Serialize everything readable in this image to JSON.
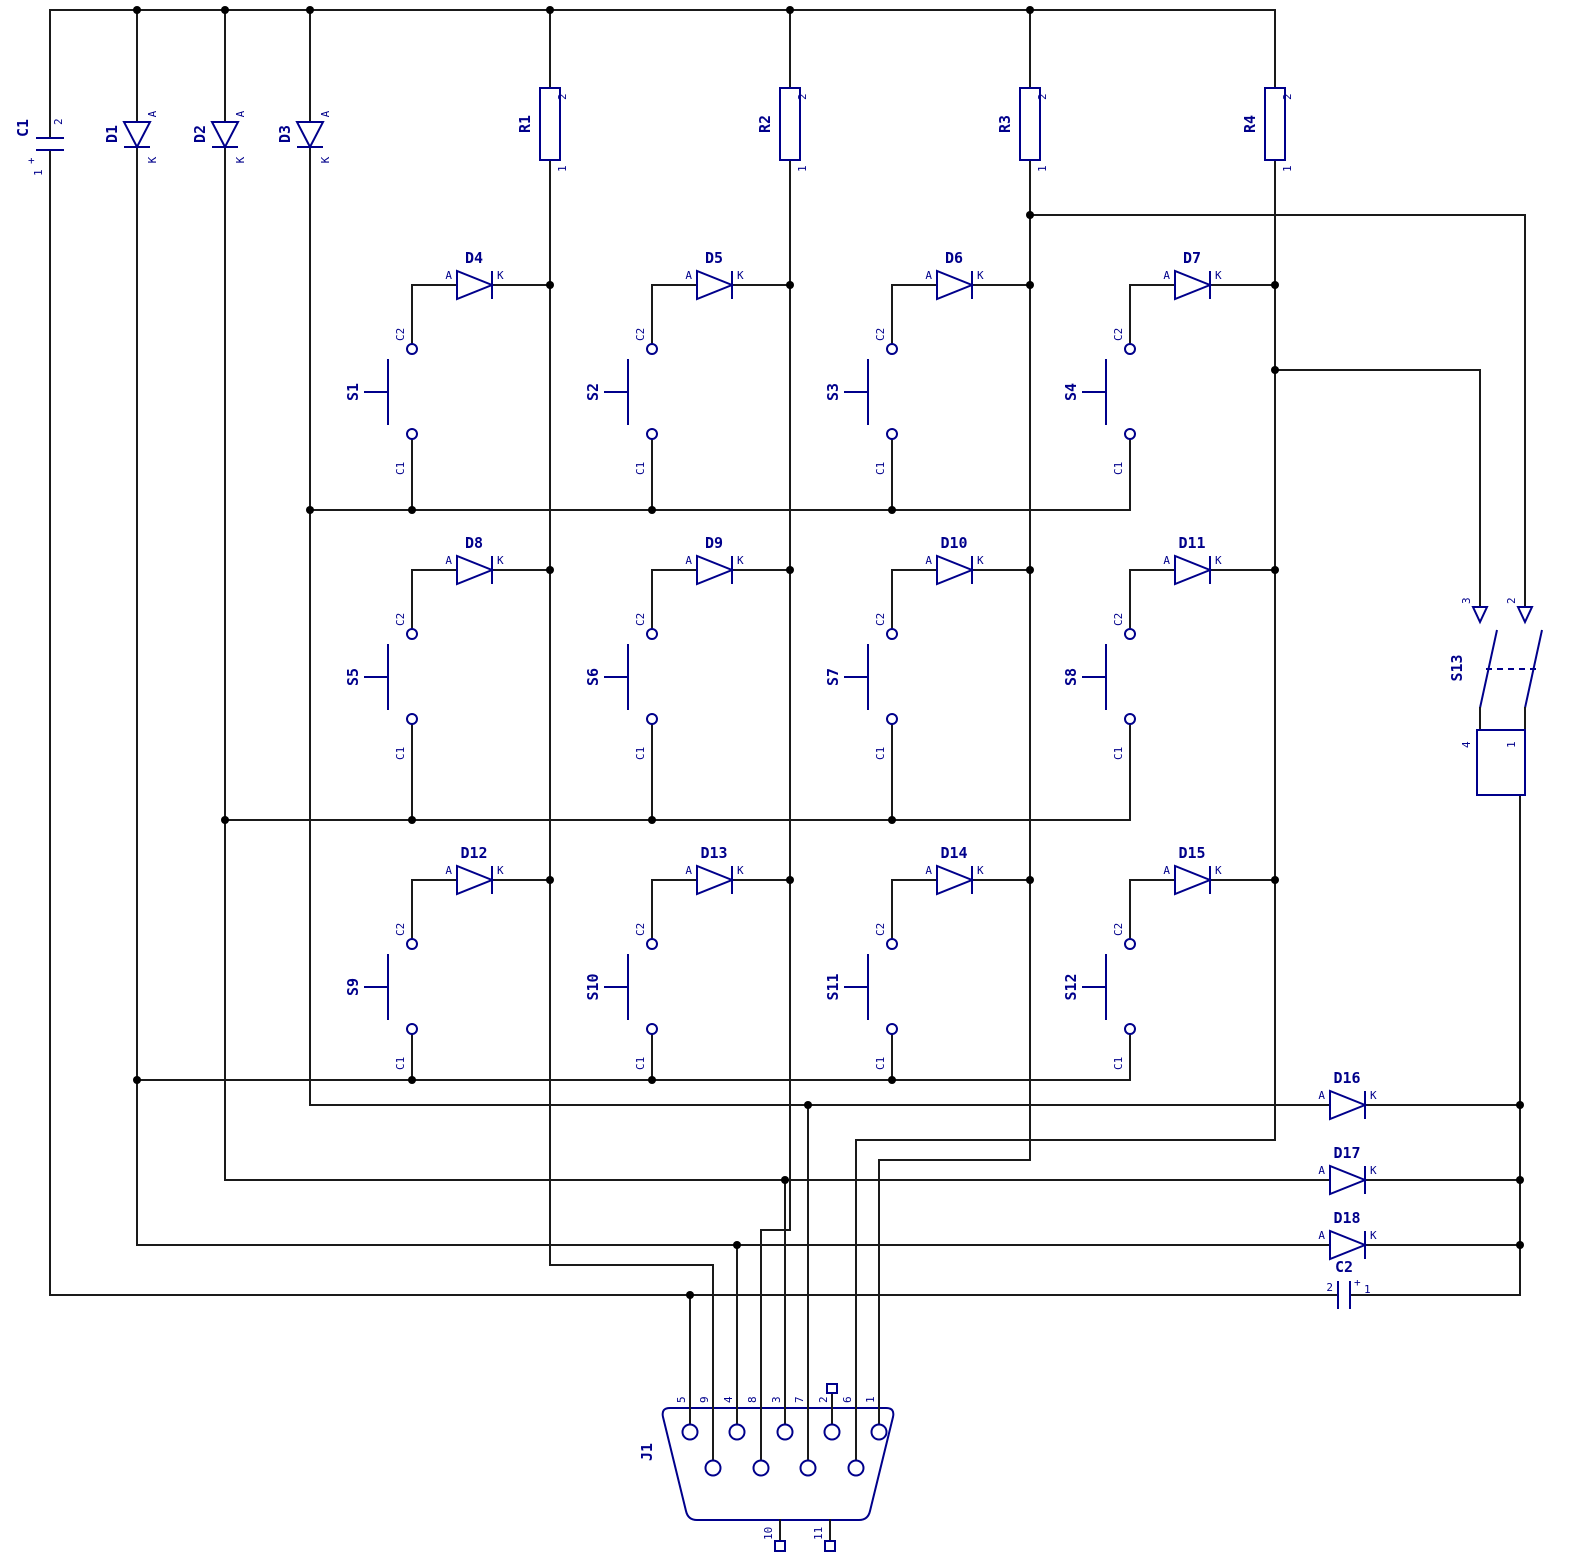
{
  "app": {
    "title": "Keypad matrix schematic"
  },
  "colors": {
    "background": "#FFFFFF",
    "wire": "#1A1A1A",
    "symbol": "#00008B",
    "text": "#00008B",
    "junction": "#000000"
  },
  "shared_pin_labels": {
    "anode": "A",
    "cathode": "K",
    "contact_top": "C2",
    "contact_bottom": "C1"
  },
  "capacitors": [
    {
      "name": "C1",
      "pin_top": "2",
      "pin_bottom": "1",
      "polarity_mark": "+"
    },
    {
      "name": "C2",
      "pin_left": "2",
      "pin_right": "1",
      "polarity_mark": "+"
    }
  ],
  "row_diodes": [
    {
      "name": "D1"
    },
    {
      "name": "D2"
    },
    {
      "name": "D3"
    }
  ],
  "resistors": [
    {
      "name": "R1",
      "pin_top": "2",
      "pin_bottom": "1"
    },
    {
      "name": "R2",
      "pin_top": "2",
      "pin_bottom": "1"
    },
    {
      "name": "R3",
      "pin_top": "2",
      "pin_bottom": "1"
    },
    {
      "name": "R4",
      "pin_top": "2",
      "pin_bottom": "1"
    }
  ],
  "matrix_cells": [
    {
      "diode": "D4",
      "switch": "S1"
    },
    {
      "diode": "D5",
      "switch": "S2"
    },
    {
      "diode": "D6",
      "switch": "S3"
    },
    {
      "diode": "D7",
      "switch": "S4"
    },
    {
      "diode": "D8",
      "switch": "S5"
    },
    {
      "diode": "D9",
      "switch": "S6"
    },
    {
      "diode": "D10",
      "switch": "S7"
    },
    {
      "diode": "D11",
      "switch": "S8"
    },
    {
      "diode": "D12",
      "switch": "S9"
    },
    {
      "diode": "D13",
      "switch": "S10"
    },
    {
      "diode": "D14",
      "switch": "S11"
    },
    {
      "diode": "D15",
      "switch": "S12"
    }
  ],
  "selector_switch": {
    "name": "S13",
    "pin_top_left": "3",
    "pin_top_right": "2",
    "pin_bottom_left": "4",
    "pin_bottom_right": "1"
  },
  "output_diodes": [
    {
      "name": "D16"
    },
    {
      "name": "D17"
    },
    {
      "name": "D18"
    }
  ],
  "connector": {
    "name": "J1",
    "pins_top": [
      "5",
      "9",
      "4",
      "8",
      "3",
      "7",
      "2",
      "6",
      "1"
    ],
    "pins_bottom": [
      "10",
      "11"
    ]
  }
}
